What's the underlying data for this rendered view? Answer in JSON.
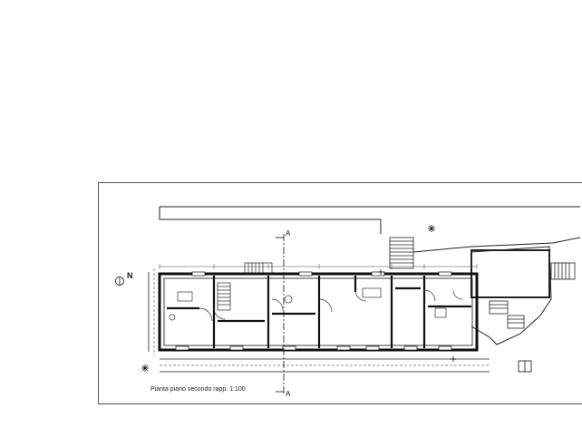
{
  "drawing": {
    "caption": "Pianta piano secondo rapp. 1:100",
    "north_label": "N",
    "section_label_top": "A",
    "section_label_bottom": "A"
  }
}
